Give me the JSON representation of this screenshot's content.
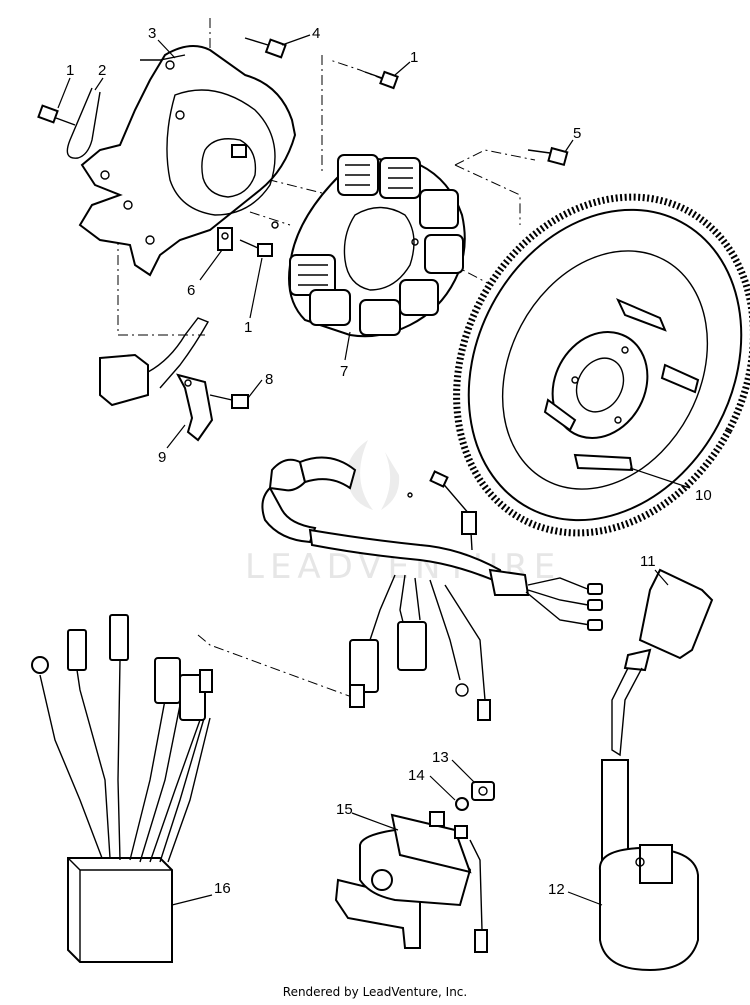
{
  "footer": {
    "text": "Rendered by LeadVenture, Inc."
  },
  "watermark": {
    "text": "LEADVENTURE",
    "color": "#e6e6e6"
  },
  "callouts": [
    {
      "id": "c1a",
      "label": "1"
    },
    {
      "id": "c2",
      "label": "2"
    },
    {
      "id": "c3",
      "label": "3"
    },
    {
      "id": "c4",
      "label": "4"
    },
    {
      "id": "c1b",
      "label": "1"
    },
    {
      "id": "c5",
      "label": "5"
    },
    {
      "id": "c6",
      "label": "6"
    },
    {
      "id": "c1c",
      "label": "1"
    },
    {
      "id": "c7",
      "label": "7"
    },
    {
      "id": "c8",
      "label": "8"
    },
    {
      "id": "c9",
      "label": "9"
    },
    {
      "id": "c10",
      "label": "10"
    },
    {
      "id": "c11",
      "label": "11"
    },
    {
      "id": "c13",
      "label": "13"
    },
    {
      "id": "c14",
      "label": "14"
    },
    {
      "id": "c15",
      "label": "15"
    },
    {
      "id": "c12",
      "label": "12"
    },
    {
      "id": "c16",
      "label": "16"
    }
  ]
}
